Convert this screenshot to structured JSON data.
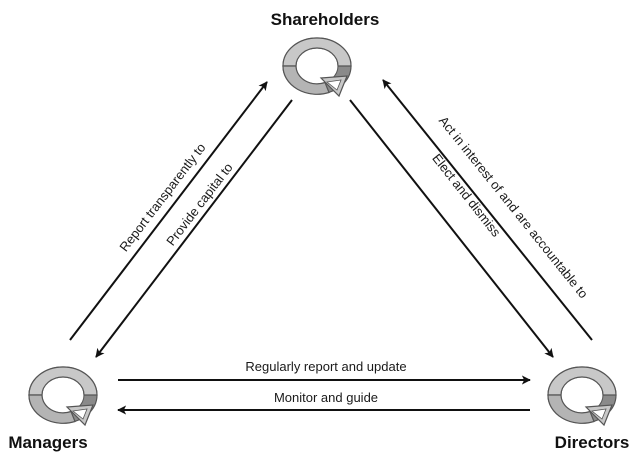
{
  "nodes": {
    "shareholders": {
      "label": "Shareholders",
      "icon": "cycle-icon"
    },
    "managers": {
      "label": "Managers",
      "icon": "cycle-icon"
    },
    "directors": {
      "label": "Directors",
      "icon": "cycle-icon"
    }
  },
  "edges": {
    "managers_to_shareholders": "Report transparently to",
    "shareholders_to_managers": "Provide capital to",
    "shareholders_to_directors": "Elect and dismiss",
    "directors_to_shareholders": "Act in interest of and are accountable to",
    "managers_to_directors": "Regularly report and update",
    "directors_to_managers": "Monitor and guide"
  },
  "colors": {
    "line": "#111111",
    "icon_fill": "#bdbdbd",
    "icon_dark": "#8a8a8a",
    "icon_stroke": "#555555"
  }
}
